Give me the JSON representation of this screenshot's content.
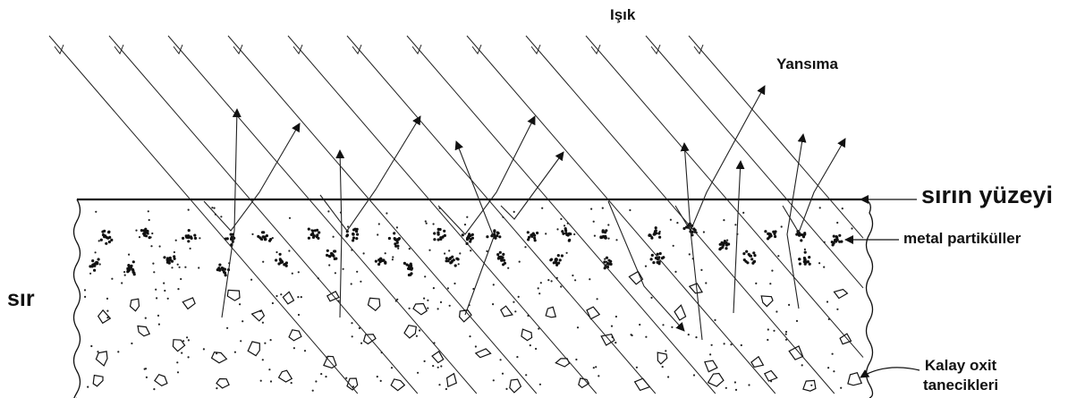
{
  "labels": {
    "light": "Işık",
    "reflection": "Yansıma",
    "glaze_surface": "sırın yüzeyi",
    "metal_particles": "metal partiküller",
    "glaze": "sır",
    "tin_oxide_line1": "Kalay oxit",
    "tin_oxide_line2": "tanecikleri"
  },
  "colors": {
    "ink": "#111111",
    "background": "#ffffff"
  }
}
